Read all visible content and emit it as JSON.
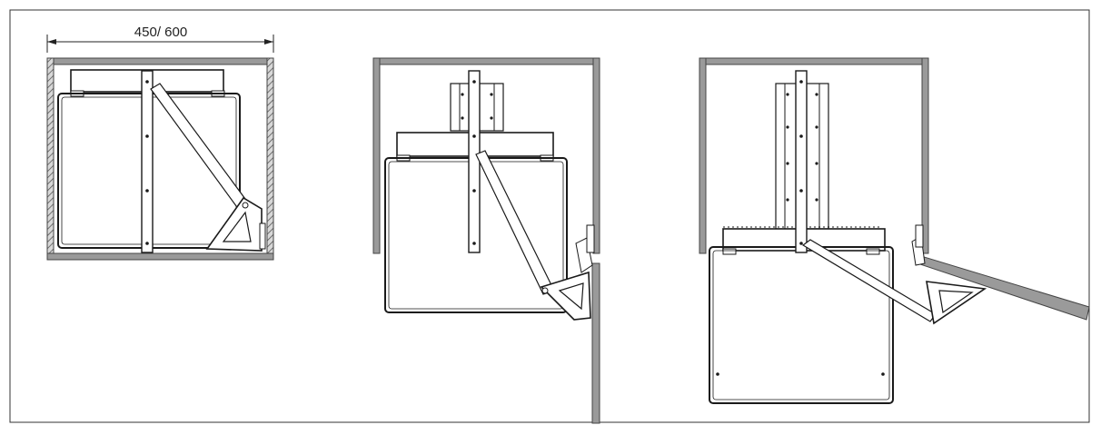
{
  "diagram": {
    "dimension_label": "450/ 600",
    "panels": [
      {
        "state": "closed"
      },
      {
        "state": "half-open"
      },
      {
        "state": "fully-open"
      }
    ],
    "colors": {
      "line": "#1a1a1a",
      "cabinet_wall": "#8a8a8a",
      "hatch": "#555555",
      "frame": "#333333"
    }
  }
}
